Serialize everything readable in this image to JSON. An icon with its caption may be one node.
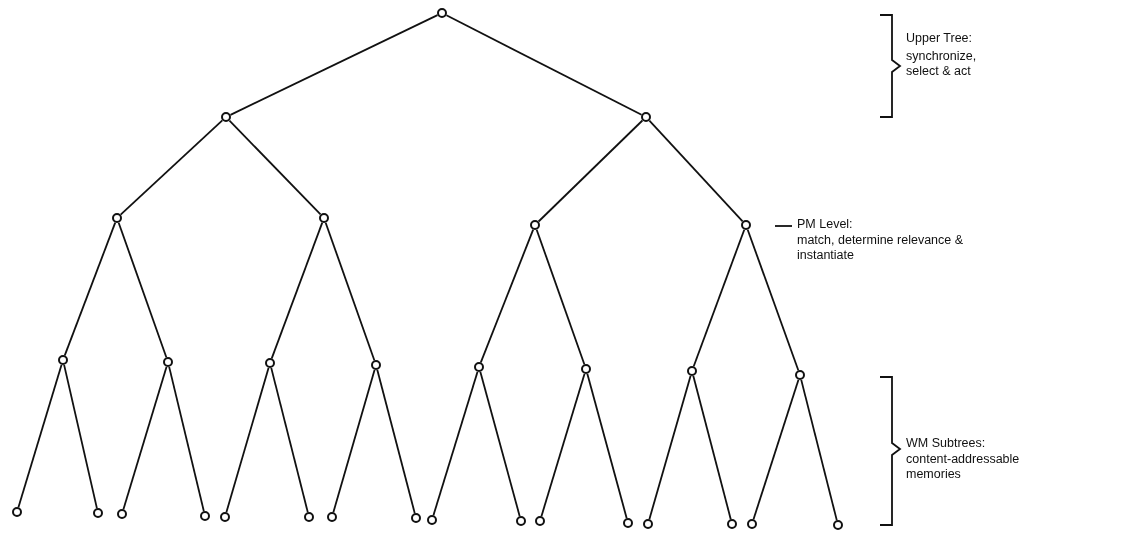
{
  "diagram": {
    "nodes": [
      {
        "text": [],
        "shape": "circle"
      },
      {
        "text": [],
        "shape": "circle"
      },
      {
        "text": [],
        "shape": "circle"
      },
      {
        "text": [],
        "shape": "circle"
      },
      {
        "text": [],
        "shape": "circle"
      },
      {
        "text": [],
        "shape": "circle"
      },
      {
        "text": [],
        "shape": "circle"
      },
      {
        "text": [],
        "shape": "circle"
      },
      {
        "text": [],
        "shape": "circle"
      },
      {
        "text": [],
        "shape": "circle"
      },
      {
        "text": [],
        "shape": "circle"
      },
      {
        "text": [],
        "shape": "circle"
      },
      {
        "text": [],
        "shape": "circle"
      },
      {
        "text": [],
        "shape": "circle"
      },
      {
        "text": [],
        "shape": "circle"
      },
      {
        "text": [],
        "shape": "circle"
      },
      {
        "text": [],
        "shape": "circle"
      },
      {
        "text": [],
        "shape": "circle"
      },
      {
        "text": [],
        "shape": "circle"
      },
      {
        "text": [],
        "shape": "circle"
      },
      {
        "text": [],
        "shape": "circle"
      },
      {
        "text": [],
        "shape": "circle"
      },
      {
        "text": [],
        "shape": "circle"
      },
      {
        "text": [],
        "shape": "circle"
      },
      {
        "text": [],
        "shape": "circle"
      },
      {
        "text": [],
        "shape": "circle"
      },
      {
        "text": [],
        "shape": "circle"
      },
      {
        "text": [],
        "shape": "circle"
      },
      {
        "text": [],
        "shape": "circle"
      },
      {
        "text": [],
        "shape": "circle"
      },
      {
        "text": [],
        "shape": "circle"
      }
    ],
    "edges": [
      {
        "from": 0,
        "to": 1,
        "arrow": "none"
      },
      {
        "from": 0,
        "to": 2,
        "arrow": "none"
      },
      {
        "from": 1,
        "to": 3,
        "arrow": "none"
      },
      {
        "from": 1,
        "to": 4,
        "arrow": "none"
      },
      {
        "from": 2,
        "to": 5,
        "arrow": "none"
      },
      {
        "from": 2,
        "to": 6,
        "arrow": "none"
      },
      {
        "from": 3,
        "to": 7,
        "arrow": "none"
      },
      {
        "from": 3,
        "to": 8,
        "arrow": "none"
      },
      {
        "from": 4,
        "to": 9,
        "arrow": "none"
      },
      {
        "from": 4,
        "to": 10,
        "arrow": "none"
      },
      {
        "from": 5,
        "to": 11,
        "arrow": "none"
      },
      {
        "from": 5,
        "to": 12,
        "arrow": "none"
      },
      {
        "from": 6,
        "to": 13,
        "arrow": "none"
      },
      {
        "from": 6,
        "to": 14,
        "arrow": "none"
      },
      {
        "from": 7,
        "to": 15,
        "arrow": "none"
      },
      {
        "from": 7,
        "to": 16,
        "arrow": "none"
      },
      {
        "from": 8,
        "to": 17,
        "arrow": "none"
      },
      {
        "from": 8,
        "to": 18,
        "arrow": "none"
      },
      {
        "from": 9,
        "to": 19,
        "arrow": "none"
      },
      {
        "from": 9,
        "to": 20,
        "arrow": "none"
      },
      {
        "from": 10,
        "to": 21,
        "arrow": "none"
      },
      {
        "from": 10,
        "to": 22,
        "arrow": "none"
      },
      {
        "from": 11,
        "to": 23,
        "arrow": "none"
      },
      {
        "from": 11,
        "to": 24,
        "arrow": "none"
      },
      {
        "from": 12,
        "to": 25,
        "arrow": "none"
      },
      {
        "from": 12,
        "to": 26,
        "arrow": "none"
      },
      {
        "from": 13,
        "to": 27,
        "arrow": "none"
      },
      {
        "from": 13,
        "to": 28,
        "arrow": "none"
      },
      {
        "from": 14,
        "to": 29,
        "arrow": "none"
      },
      {
        "from": 14,
        "to": 30,
        "arrow": "none"
      }
    ],
    "labels": [
      "Upper Tree:",
      "synchronize, select & act",
      "PM Level:",
      "match, determine relevance & instantiate",
      "WM Subtrees:",
      "content-addressable memories"
    ]
  }
}
